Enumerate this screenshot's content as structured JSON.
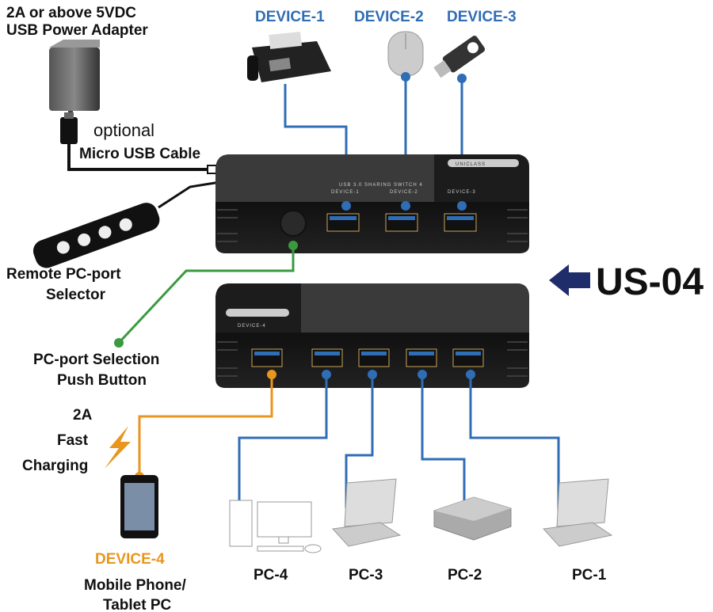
{
  "colors": {
    "device_blue": "#2f6db5",
    "charging_orange": "#e8961e",
    "button_green": "#3a9a3e",
    "arrow_navy": "#1f2d6b"
  },
  "power": {
    "line1": "2A or above 5VDC",
    "line2": "USB Power Adapter",
    "optional": "optional",
    "cable": "Micro USB Cable"
  },
  "remote": {
    "line1": "Remote PC-port",
    "line2": "Selector"
  },
  "push_button": {
    "line1": "PC-port Selection",
    "line2": "Push Button"
  },
  "devices": {
    "d1": "DEVICE-1",
    "d2": "DEVICE-2",
    "d3": "DEVICE-3",
    "d4": "DEVICE-4"
  },
  "device4_desc": {
    "line1": "Mobile Phone/",
    "line2": "Tablet PC"
  },
  "charging": {
    "line1": "2A",
    "line2": "Fast",
    "line3": "Charging"
  },
  "model": "US-04",
  "pcs": {
    "pc1": "PC-1",
    "pc2": "PC-2",
    "pc3": "PC-3",
    "pc4": "PC-4"
  },
  "hub_print": {
    "title": "USB 3.0 SHARING SWITCH 4",
    "brand": "UNICLASS",
    "p1": "DEVICE-1",
    "p2": "DEVICE-2",
    "p3": "DEVICE-3",
    "p4": "DEVICE-4"
  },
  "icons": [
    "power-adapter-icon",
    "usb-plug-icon",
    "remote-selector-icon",
    "fax-icon",
    "mouse-icon",
    "usb-drive-icon",
    "phone-icon",
    "lightning-icon",
    "desktop-icon",
    "laptop-icon",
    "mini-pc-icon",
    "arrow-left-icon"
  ]
}
